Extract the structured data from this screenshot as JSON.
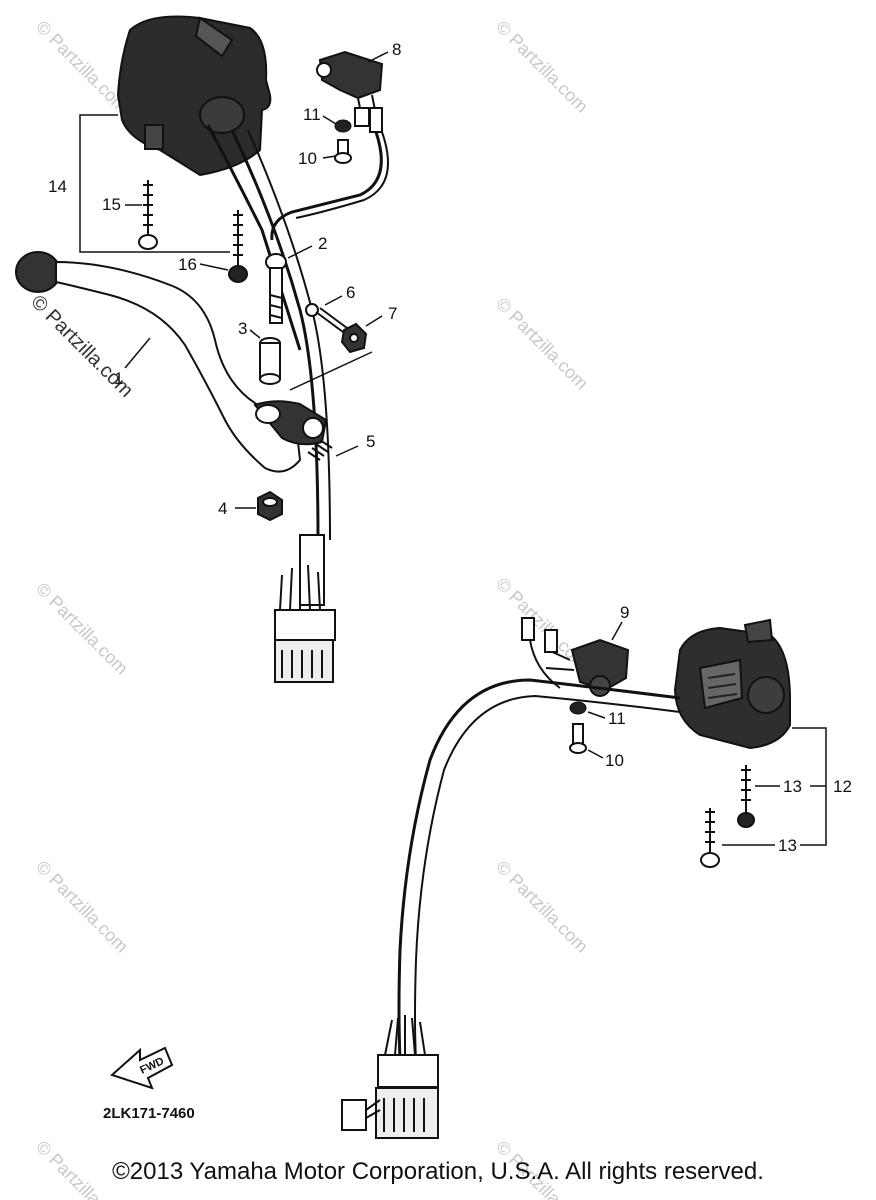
{
  "watermark": "© Partzilla.com",
  "callouts": [
    "1",
    "2",
    "3",
    "4",
    "5",
    "6",
    "7",
    "8",
    "9",
    "10",
    "11",
    "12",
    "13",
    "14",
    "15",
    "16"
  ],
  "diagram_code": "2LK171-7460",
  "fwd_label": "FWD",
  "copyright": "©2013  Yamaha Motor Corporation, U.S.A. All rights reserved."
}
